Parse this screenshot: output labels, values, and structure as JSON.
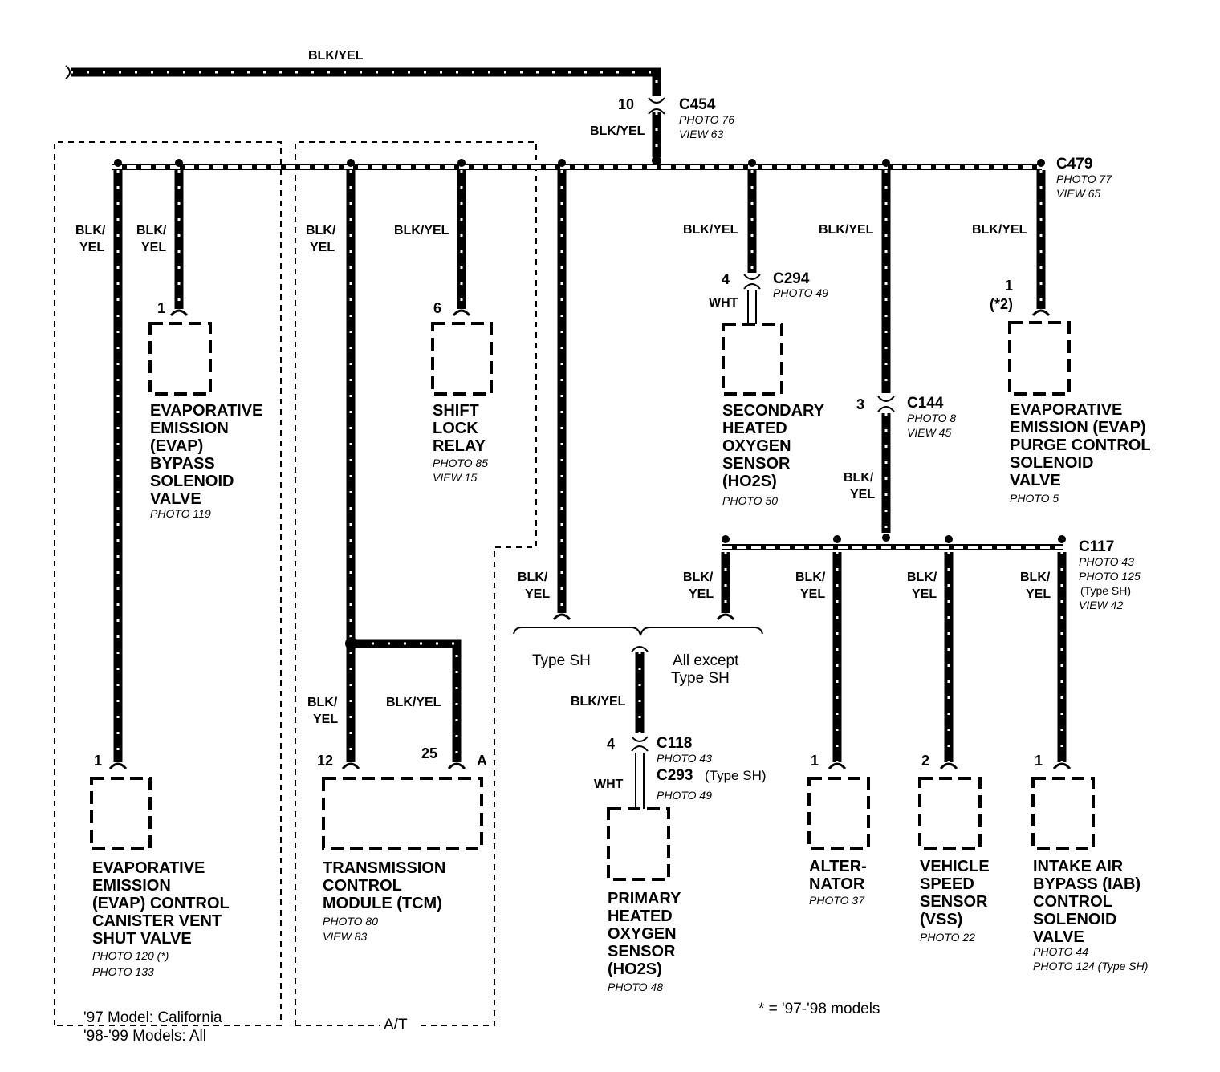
{
  "wire_labels": {
    "main": "BLK/YEL",
    "c454_out": "BLK/YEL",
    "bypass_a": "BLK/",
    "bypass_b": "YEL",
    "vent_a": "BLK/",
    "vent_b": "YEL",
    "tcm_a": "BLK/",
    "tcm_b": "YEL",
    "shift": "BLK/YEL",
    "sh_a": "BLK/",
    "sh_b": "YEL",
    "sec_o2": "BLK/YEL",
    "c144_in": "BLK/YEL",
    "purge": "BLK/YEL",
    "c144_out_a": "BLK/",
    "c144_out_b": "YEL",
    "allx_a": "BLK/",
    "allx_b": "YEL",
    "alt_a": "BLK/",
    "alt_b": "YEL",
    "vss_a": "BLK/",
    "vss_b": "YEL",
    "iab_a": "BLK/",
    "iab_b": "YEL",
    "tcm2_a": "BLK/",
    "tcm2_b": "YEL",
    "tcm_jumper": "BLK/YEL",
    "prim_o2": "BLK/YEL",
    "wht1": "WHT",
    "wht2": "WHT"
  },
  "connectors": {
    "c454": {
      "name": "C454",
      "pin": "10",
      "ref1": "PHOTO 76",
      "ref2": "VIEW 63"
    },
    "c479": {
      "name": "C479",
      "ref1": "PHOTO 77",
      "ref2": "VIEW 65"
    },
    "c294": {
      "name": "C294",
      "pin": "4",
      "ref1": "PHOTO 49"
    },
    "c144": {
      "name": "C144",
      "pin": "3",
      "ref1": "PHOTO 8",
      "ref2": "VIEW 45"
    },
    "c117": {
      "name": "C117",
      "ref1": "PHOTO 43",
      "ref2": "PHOTO 125",
      "ref3": "(Type SH)",
      "ref4": "VIEW 42"
    },
    "c118": {
      "name": "C118",
      "pin": "4",
      "ref1": "PHOTO 43",
      "name2": "C293",
      "name2_note": "(Type SH)",
      "ref2": "PHOTO 49"
    }
  },
  "components": {
    "bypass": {
      "pin": "1",
      "lines": [
        "EVAPORATIVE",
        "EMISSION",
        "(EVAP)",
        "BYPASS",
        "SOLENOID",
        "VALVE"
      ],
      "ref1": "PHOTO 119"
    },
    "shift_lock": {
      "pin": "6",
      "lines": [
        "SHIFT",
        "LOCK",
        "RELAY"
      ],
      "ref1": "PHOTO 85",
      "ref2": "VIEW 15"
    },
    "sec_o2": {
      "lines": [
        "SECONDARY",
        "HEATED",
        "OXYGEN",
        "SENSOR",
        "(HO2S)"
      ],
      "ref1": "PHOTO 50"
    },
    "purge": {
      "pin": "1",
      "pin_note": "(*2)",
      "lines": [
        "EVAPORATIVE",
        "EMISSION (EVAP)",
        "PURGE CONTROL",
        "SOLENOID",
        "VALVE"
      ],
      "ref1": "PHOTO 5"
    },
    "vent": {
      "pin": "1",
      "lines": [
        "EVAPORATIVE",
        "EMISSION",
        "(EVAP) CONTROL",
        "CANISTER VENT",
        "SHUT VALVE"
      ],
      "ref1": "PHOTO 120 (*)",
      "ref2": "PHOTO 133"
    },
    "tcm": {
      "pin1": "12",
      "pin2": "25",
      "pin3": "A",
      "lines": [
        "TRANSMISSION",
        "CONTROL",
        "MODULE (TCM)"
      ],
      "ref1": "PHOTO 80",
      "ref2": "VIEW 83"
    },
    "prim_o2": {
      "lines": [
        "PRIMARY",
        "HEATED",
        "OXYGEN",
        "SENSOR",
        "(HO2S)"
      ],
      "ref1": "PHOTO 48"
    },
    "alternator": {
      "pin": "1",
      "lines": [
        "ALTER-",
        "NATOR"
      ],
      "ref1": "PHOTO 37"
    },
    "vss": {
      "pin": "2",
      "lines": [
        "VEHICLE",
        "SPEED",
        "SENSOR",
        "(VSS)"
      ],
      "ref1": "PHOTO 22"
    },
    "iab": {
      "pin": "1",
      "lines": [
        "INTAKE AIR",
        "BYPASS (IAB)",
        "CONTROL",
        "SOLENOID",
        "VALVE"
      ],
      "ref1": "PHOTO 44",
      "ref2": "PHOTO 124 (Type SH)"
    }
  },
  "notes": {
    "type_sh": "Type SH",
    "all_except_1": "All  except",
    "all_except_2": "Type SH",
    "region_ca_1": "'97 Model: California",
    "region_ca_2": "'98-'99 Models: All",
    "region_at": "A/T",
    "footnote": "* = '97-'98 models"
  }
}
